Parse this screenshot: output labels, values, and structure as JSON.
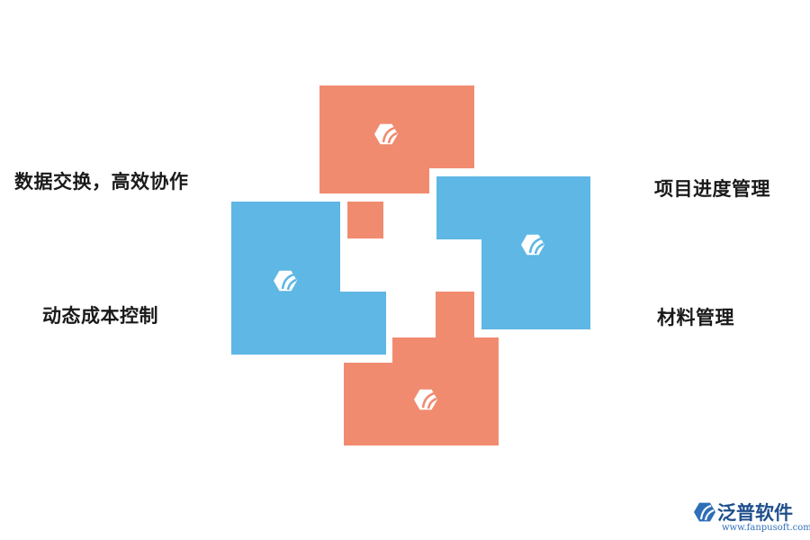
{
  "labels": {
    "top_left": "数据交换，高效协作",
    "bottom_left": "动态成本控制",
    "top_right": "项目进度管理",
    "bottom_right": "材料管理"
  },
  "colors": {
    "salmon": "#F08B70",
    "blue": "#5EB7E4",
    "icon": "#ffffff"
  },
  "blocks": [
    {
      "name": "top-block",
      "color": "salmon",
      "icon": "fanpu-hex-icon"
    },
    {
      "name": "left-block",
      "color": "blue",
      "icon": "fanpu-hex-icon"
    },
    {
      "name": "right-block",
      "color": "blue",
      "icon": "fanpu-hex-icon"
    },
    {
      "name": "bottom-block",
      "color": "salmon",
      "icon": "fanpu-hex-icon"
    }
  ],
  "watermark": {
    "name": "泛普软件",
    "url": "www.fanpusoft.com",
    "icon": "fanpu-logo-icon"
  }
}
